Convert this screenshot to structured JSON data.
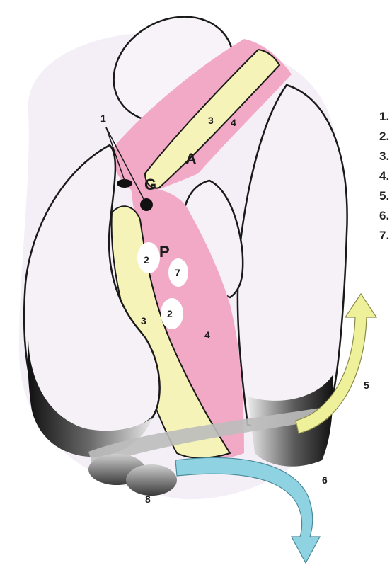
{
  "region_letters": {
    "g": "G",
    "a": "A",
    "p": "P"
  },
  "labels": {
    "label_1": "1",
    "label_2_upper": "2",
    "label_2_lower": "2",
    "label_3_upper": "3",
    "label_3_lower": "3",
    "label_4_upper": "4",
    "label_4_lower": "4",
    "label_5": "5",
    "label_6": "6",
    "label_7": "7",
    "label_8": "8"
  },
  "legend_numbers": [
    "1.",
    "2.",
    "3.",
    "4.",
    "5.",
    "6.",
    "7."
  ],
  "colors": {
    "pink": "#f2a9c6",
    "yellow": "#f6f3b8",
    "lavender": "#f4eef6",
    "arrow_yellow": "#eef19a",
    "arrow_blue": "#8fd3e3",
    "outline": "#1a1a1a",
    "dark": "#2a2a2a"
  }
}
